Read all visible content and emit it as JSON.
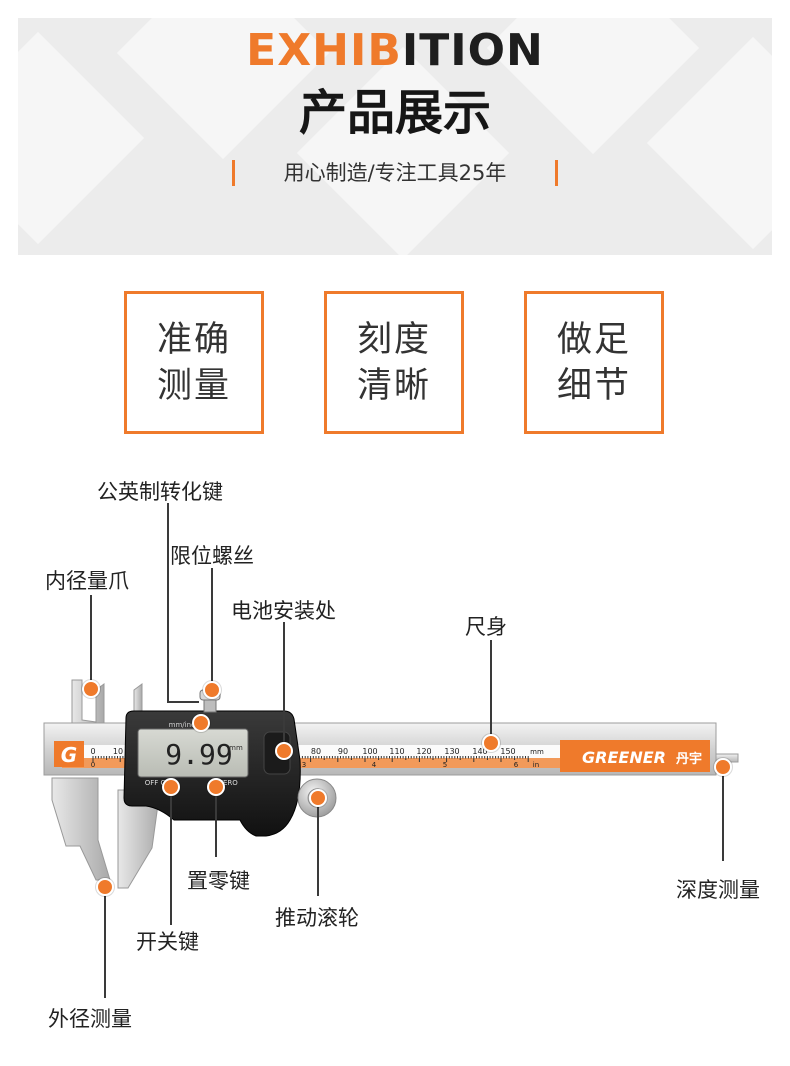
{
  "header": {
    "title_en_highlight": "EXHIB",
    "title_en_rest": "ITION",
    "title_cn": "产品展示",
    "tagline": "用心制造/专注工具25年"
  },
  "features": [
    {
      "line1": "准确",
      "line2": "测量"
    },
    {
      "line1": "刻度",
      "line2": "清晰"
    },
    {
      "line1": "做足",
      "line2": "细节"
    }
  ],
  "caliper": {
    "display_value": "9.99",
    "display_unit": "mm",
    "display_top_label": "mm/inch",
    "btn_off_on": "OFF ON",
    "btn_zero": "ZERO",
    "brand": "GREENER",
    "brand_cn": "丹宇",
    "logo_letter": "G",
    "scale_mm": [
      "0",
      "10",
      "80",
      "90",
      "100",
      "110",
      "120",
      "130",
      "140",
      "150"
    ],
    "scale_unit": "mm",
    "scale_in": [
      "0",
      "3",
      "4",
      "5",
      "6"
    ],
    "scale_in_unit": "in"
  },
  "callouts": {
    "metric_imperial_key": "公英制转化键",
    "limit_screw": "限位螺丝",
    "inner_jaw": "内径量爪",
    "battery": "电池安装处",
    "ruler_body": "尺身",
    "zero_key": "置零键",
    "depth_measure": "深度测量",
    "thumb_wheel": "推动滚轮",
    "power_key": "开关键",
    "outer_measure": "外径测量"
  },
  "colors": {
    "accent": "#ef7a2b",
    "dark": "#1e1e1e",
    "band": "#ececec"
  }
}
